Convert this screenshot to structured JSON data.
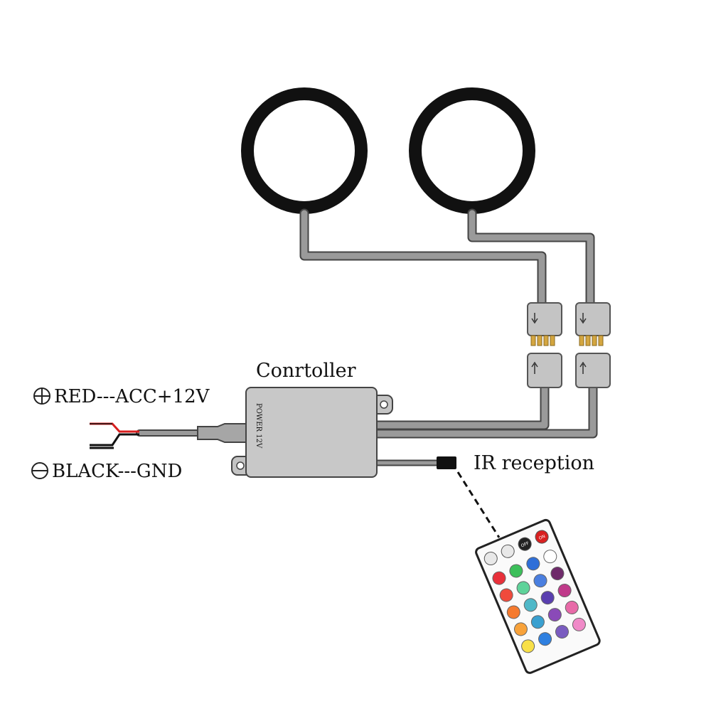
{
  "labels": {
    "controller": "Conrtoller",
    "positive": "RED---ACC+12V",
    "negative": "BLACK---GND",
    "ir": "IR reception",
    "power": "POWER 12V"
  },
  "remote": {
    "top_row": [
      "",
      "",
      "OFF",
      "ON"
    ],
    "colors": [
      "#e8303a",
      "#3cbf5a",
      "#2f6fd8",
      "#ffffff",
      "#f04a3c",
      "#5fd39a",
      "#4a7fe0",
      "#6e2a6a",
      "#f57a2e",
      "#4fb8c8",
      "#5a3fb0",
      "#c03a8a",
      "#f8a23a",
      "#3aa0d0",
      "#8a4ab8",
      "#e86aa8",
      "#f8e048",
      "#2f80e0",
      "#7a5cc0",
      "#f08ac8"
    ]
  },
  "colors": {
    "ring": "#111111",
    "cable": "#9a9a9a",
    "cable_outline": "#444444",
    "controller": "#c8c8c8",
    "red_wire": "#d81e1e",
    "black_wire": "#111111",
    "pin": "#d4a640"
  }
}
